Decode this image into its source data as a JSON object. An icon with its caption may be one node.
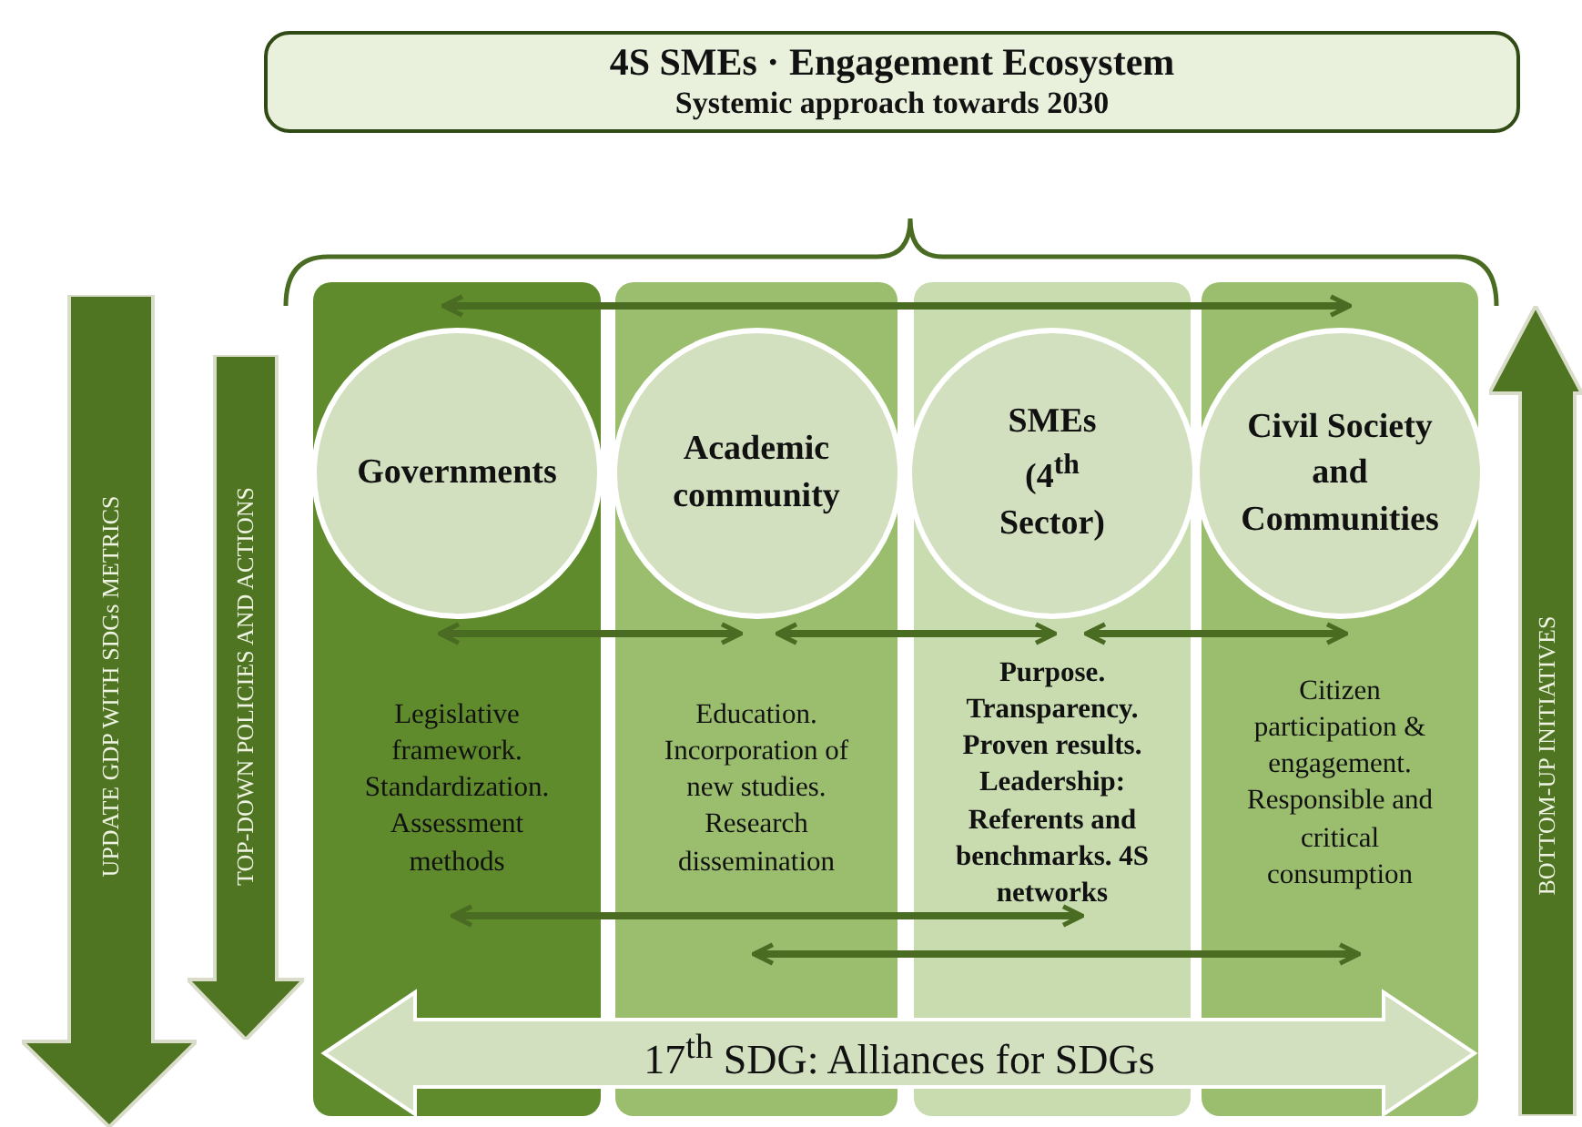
{
  "diagram": {
    "nodes": [
      {
        "text": [
          "4S SMEs · Engagement Ecosystem",
          "Systemic approach towards 2030"
        ]
      },
      {
        "text": [
          "UPDATE GDP WITH SDGs METRICS"
        ]
      },
      {
        "text": [
          "TOP-DOWN POLICIES AND ACTIONS"
        ]
      },
      {
        "text": [],
        "shape": "bar"
      },
      {
        "text": [
          "Governments"
        ],
        "in": 3
      },
      {
        "text": [
          "Legislative framework. Standardization. Assessment methods"
        ],
        "in": 3
      },
      {
        "text": [],
        "shape": "bar"
      },
      {
        "text": [
          "Academic community"
        ],
        "in": 6
      },
      {
        "text": [
          "Education. Incorporation of new studies. Research dissemination"
        ],
        "in": 6
      },
      {
        "text": [],
        "shape": "bar"
      },
      {
        "text": [
          "SMEs (4$^{th}$ Sector)"
        ],
        "in": 9
      },
      {
        "text": [
          "Purpose. Transparency. Proven results. Leadership: Referents and benchmarks. 4S networks"
        ],
        "in": 9
      },
      {
        "text": [],
        "shape": "bar"
      },
      {
        "text": [
          "Civil Society and Communities"
        ],
        "in": 12
      },
      {
        "text": [
          "Citizen participation & engagement. Responsible and critical consumption"
        ],
        "in": 12
      },
      {
        "text": [
          "BOTTOM-UP INITIATIVES"
        ]
      },
      {
        "text": [
          "17$^{th}$ SDG: Alliances for SDGs"
        ]
      }
    ],
    "edges": [
      {
        "from": 3,
        "to": 12,
        "arrow": "both"
      },
      {
        "from": 4,
        "to": 7,
        "arrow": "both"
      },
      {
        "from": 7,
        "to": 10,
        "arrow": "both"
      },
      {
        "from": 10,
        "to": 13,
        "arrow": "both"
      },
      {
        "from": 5,
        "to": 11,
        "arrow": "both"
      },
      {
        "from": 8,
        "to": 14,
        "arrow": "both"
      }
    ]
  }
}
